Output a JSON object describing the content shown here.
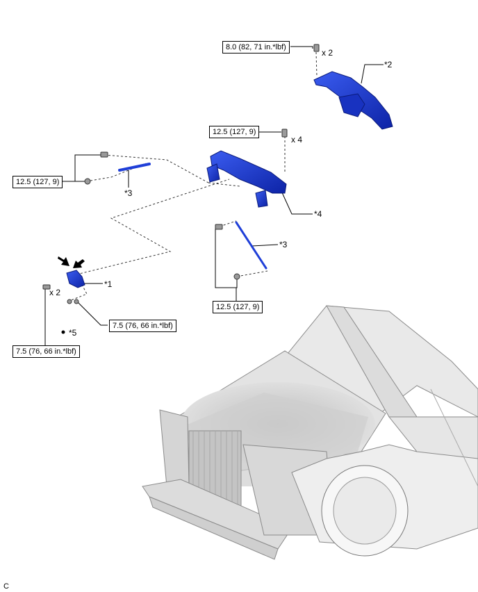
{
  "torques": {
    "t1": "8.0 (82, 71 in.*lbf)",
    "t2": "12.5 (127, 9)",
    "t3": "12.5 (127, 9)",
    "t4": "12.5 (127, 9)",
    "t5": "7.5 (76, 66 in.*lbf)",
    "t6": "7.5 (76, 66 in.*lbf)"
  },
  "labels": {
    "p1": "*1",
    "p2": "*2",
    "p3a": "*3",
    "p3b": "*3",
    "p4": "*4",
    "p5": "*5",
    "x2a": "x 2",
    "x4": "x 4",
    "x2b": "x 2"
  },
  "corner_code": "C",
  "colors": {
    "part_blue": "#1f3fd8",
    "part_dark": "#0c1f8a",
    "line": "#000000",
    "body_gray": "#d9d9d9"
  }
}
